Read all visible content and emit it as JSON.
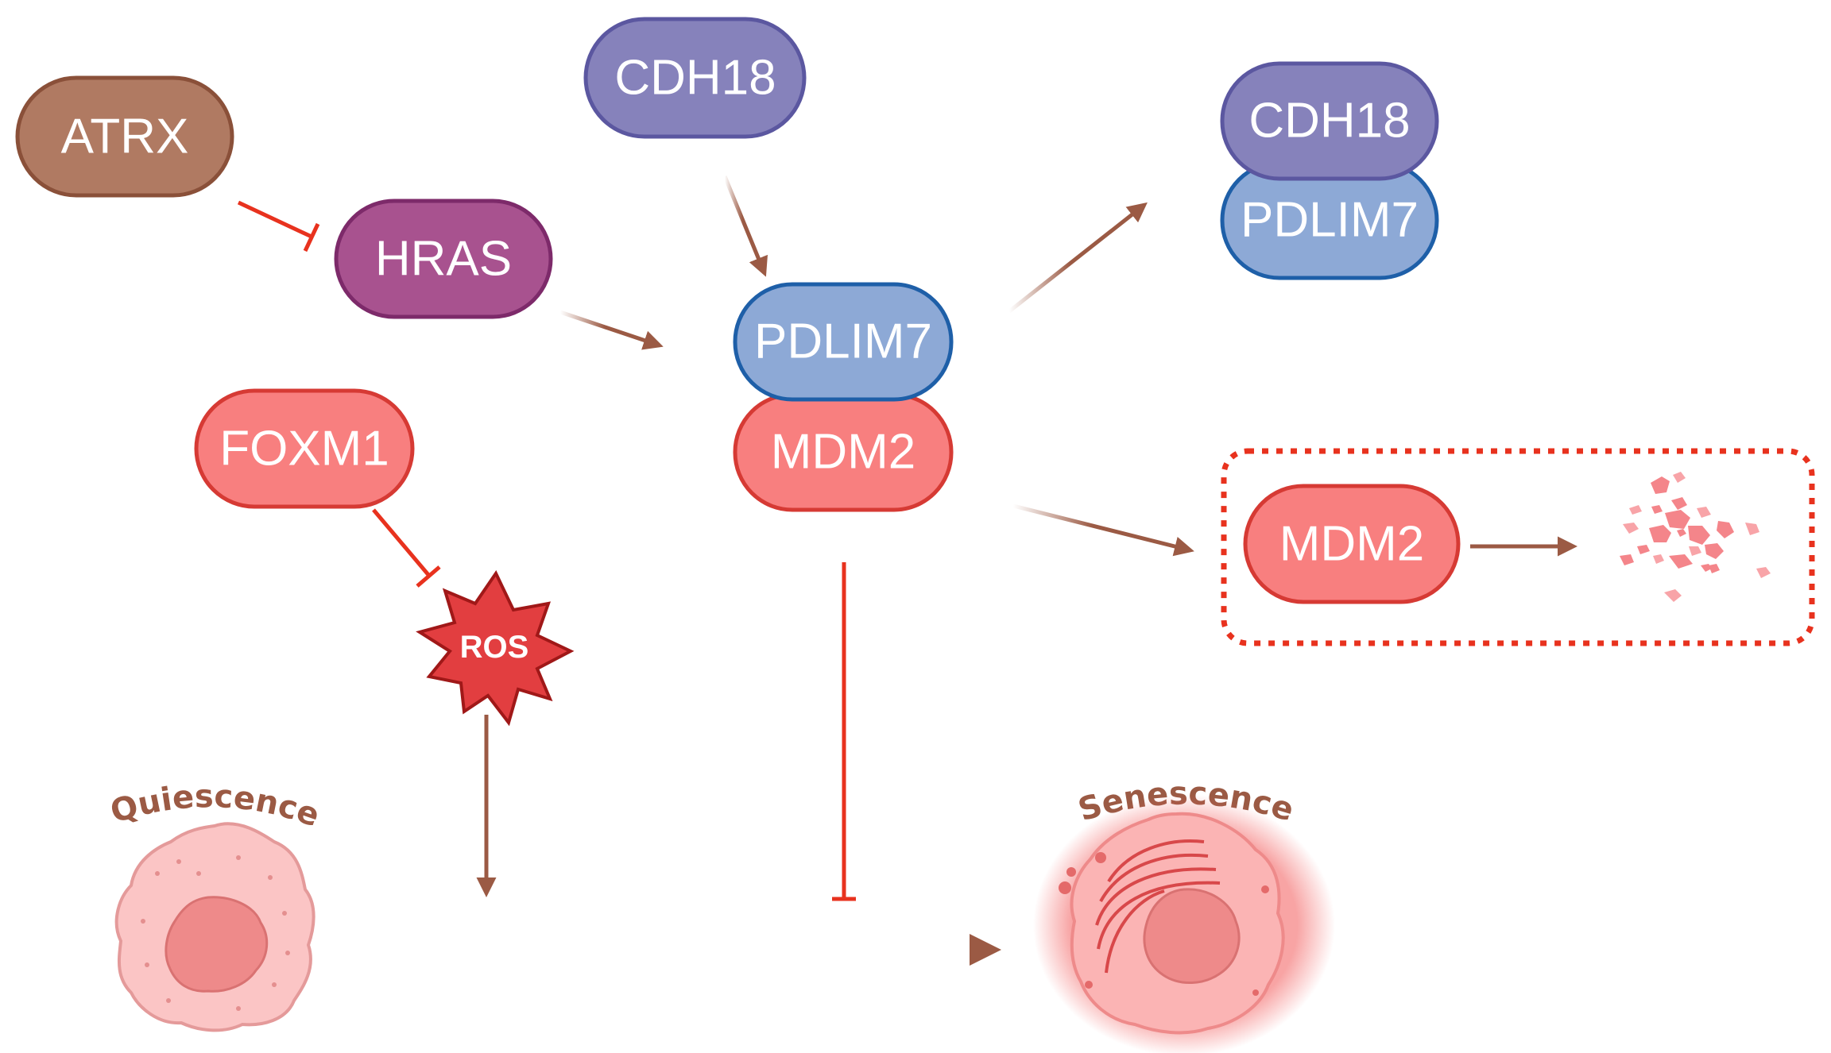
{
  "nodes": {
    "atrx": "ATRX",
    "hras": "HRAS",
    "cdh18_top": "CDH18",
    "pdlim7_center": "PDLIM7",
    "mdm2_center": "MDM2",
    "foxm1": "FOXM1",
    "cdh18_complex": "CDH18",
    "pdlim7_complex": "PDLIM7",
    "mdm2_degraded": "MDM2",
    "ros": "ROS"
  },
  "cells": {
    "quiescence": "Quiescence",
    "senescence": "Senescence"
  },
  "colors": {
    "activation_arrow": "#9b5a44",
    "inhibition_line": "#e8321e",
    "atrx_fill": "#b07a62",
    "hras_fill": "#a8528f",
    "cdh18_fill": "#8682bb",
    "pdlim7_fill": "#8da9d6",
    "mdm2_fill": "#f87f7f",
    "ros_fill": "#e23e40"
  }
}
